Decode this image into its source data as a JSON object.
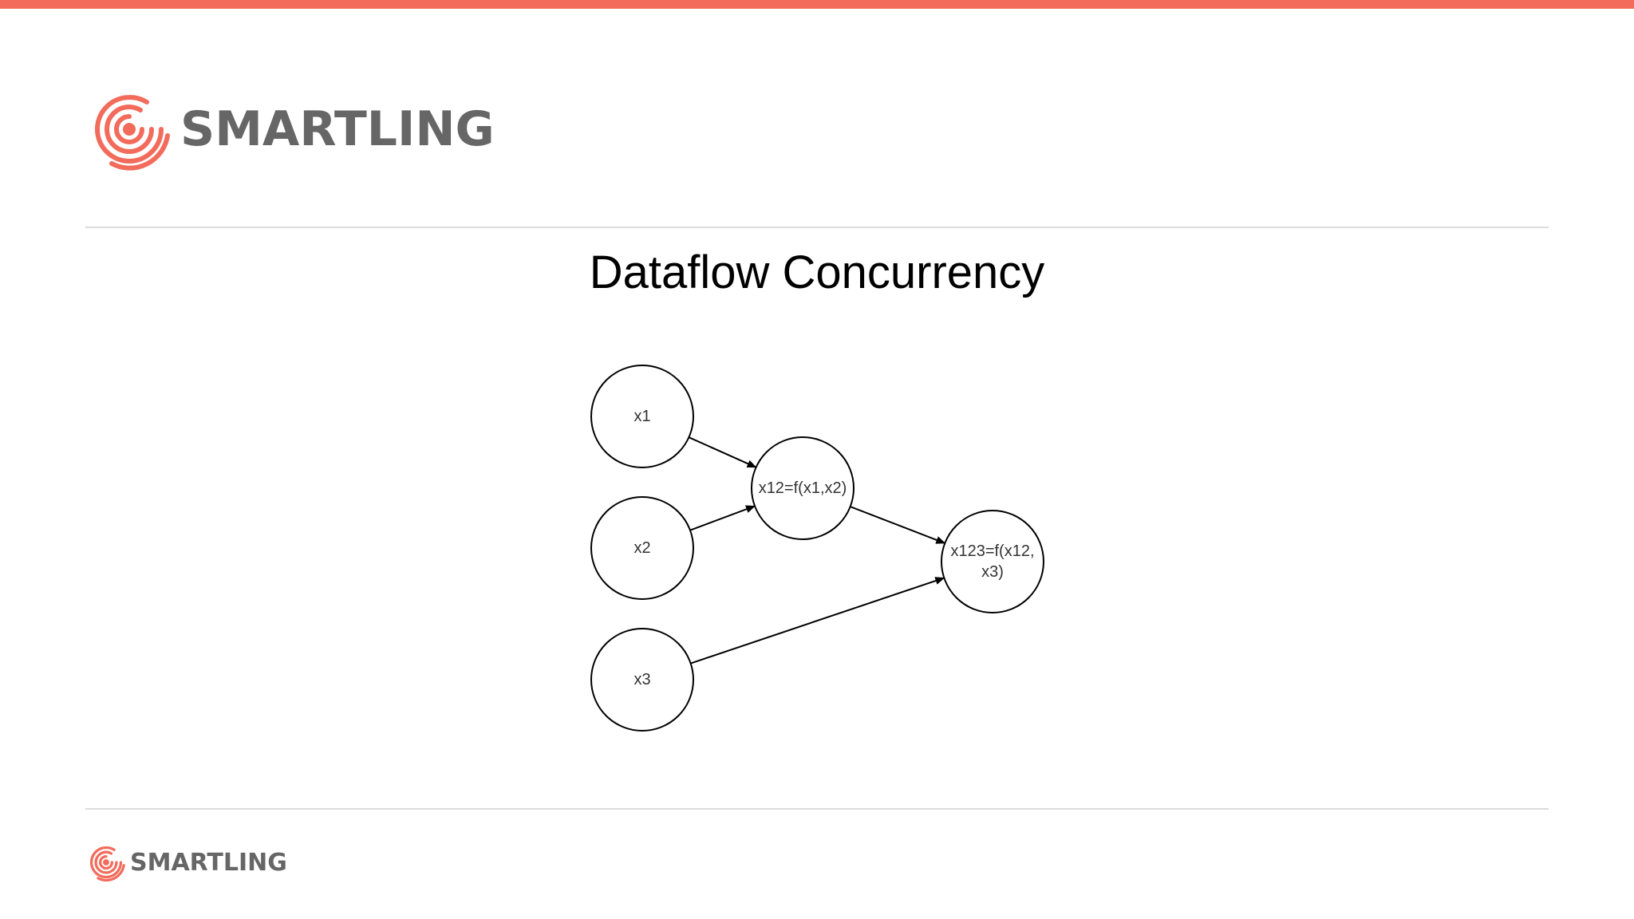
{
  "brand": {
    "name": "SMARTLING",
    "accent_color": "#f26b5b",
    "text_color": "#666666"
  },
  "slide": {
    "title": "Dataflow Concurrency"
  },
  "diagram": {
    "nodes": [
      {
        "id": "x1",
        "label": [
          "x1"
        ]
      },
      {
        "id": "x2",
        "label": [
          "x2"
        ]
      },
      {
        "id": "x3",
        "label": [
          "x3"
        ]
      },
      {
        "id": "x12",
        "label": [
          "x12=f(x1,x2)"
        ]
      },
      {
        "id": "x123",
        "label": [
          "x123=f(x12,",
          "x3)"
        ]
      }
    ],
    "edges": [
      {
        "from": "x1",
        "to": "x12"
      },
      {
        "from": "x2",
        "to": "x12"
      },
      {
        "from": "x12",
        "to": "x123"
      },
      {
        "from": "x3",
        "to": "x123"
      }
    ]
  },
  "footer": {
    "brand_name": "SMARTLING"
  }
}
